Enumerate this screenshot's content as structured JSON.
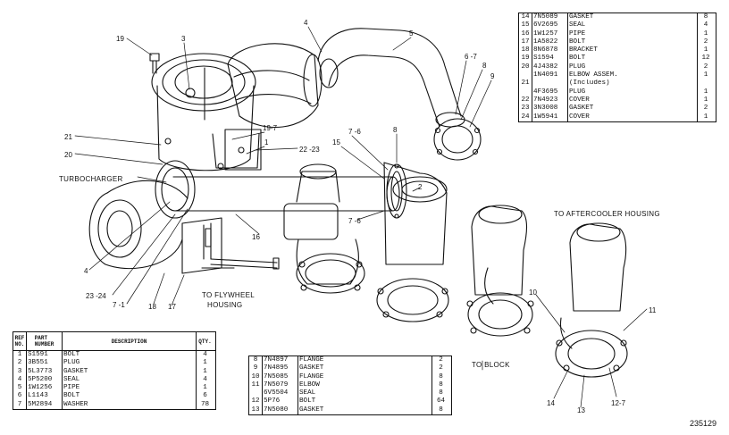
{
  "callouts": [
    {
      "id": "c19",
      "text": "19"
    },
    {
      "id": "c3",
      "text": "3"
    },
    {
      "id": "c4a",
      "text": "4"
    },
    {
      "id": "c5",
      "text": "5"
    },
    {
      "id": "c67a",
      "text": "6 -7"
    },
    {
      "id": "c8a",
      "text": "8"
    },
    {
      "id": "c9",
      "text": "9"
    },
    {
      "id": "c21",
      "text": "21"
    },
    {
      "id": "c20",
      "text": "20"
    },
    {
      "id": "c197",
      "text": "19-7"
    },
    {
      "id": "c1",
      "text": "1"
    },
    {
      "id": "c2223",
      "text": "22 -23"
    },
    {
      "id": "c76",
      "text": "7 -6"
    },
    {
      "id": "c15",
      "text": "15"
    },
    {
      "id": "c8b",
      "text": "8"
    },
    {
      "id": "c2",
      "text": "2"
    },
    {
      "id": "c76b",
      "text": "7 -6"
    },
    {
      "id": "c16",
      "text": "16"
    },
    {
      "id": "c4b",
      "text": "4"
    },
    {
      "id": "c2324",
      "text": "23 -24"
    },
    {
      "id": "c71",
      "text": "7 -1"
    },
    {
      "id": "c18",
      "text": "18"
    },
    {
      "id": "c17",
      "text": "17"
    },
    {
      "id": "c10",
      "text": "10"
    },
    {
      "id": "c11",
      "text": "11"
    },
    {
      "id": "c14",
      "text": "14"
    },
    {
      "id": "c13",
      "text": "13"
    },
    {
      "id": "c127",
      "text": "12-7"
    }
  ],
  "labels": {
    "turbocharger": "TURBOCHARGER",
    "flywheel_1": "TO FLYWHEEL",
    "flywheel_2": "HOUSING",
    "aftercooler": "TO AFTERCOOLER HOUSING",
    "block": "TO BLOCK"
  },
  "figure_number": "235129",
  "table_headers": {
    "ref_1": "REF",
    "ref_2": "NO.",
    "part_1": "PART",
    "part_2": "NUMBER",
    "description": "DESCRIPTION",
    "qty": "QTY."
  },
  "table1": [
    {
      "ref": "1",
      "part": "S1591",
      "desc": "BOLT",
      "qty": "4"
    },
    {
      "ref": "2",
      "part": "3B551",
      "desc": "PLUG",
      "qty": "1"
    },
    {
      "ref": "3",
      "part": "5L3773",
      "desc": "GASKET",
      "qty": "1"
    },
    {
      "ref": "4",
      "part": "5P5200",
      "desc": "SEAL",
      "qty": "4"
    },
    {
      "ref": "5",
      "part": "1W1256",
      "desc": "PIPE",
      "qty": "1"
    },
    {
      "ref": "6",
      "part": "L1143",
      "desc": "BOLT",
      "qty": "6"
    },
    {
      "ref": "7",
      "part": "5M2894",
      "desc": "WASHER",
      "qty": "78"
    }
  ],
  "table2": [
    {
      "ref": "8",
      "part": "7N4897",
      "desc": "FLANGE",
      "qty": "2"
    },
    {
      "ref": "9",
      "part": "7N4895",
      "desc": "GASKET",
      "qty": "2"
    },
    {
      "ref": "10",
      "part": "7N5085",
      "desc": "FLANGE",
      "qty": "8"
    },
    {
      "ref": "11",
      "part": "7N5079",
      "desc": "ELBOW",
      "qty": "8"
    },
    {
      "ref": "",
      "part": "6V5504",
      "desc": "SEAL",
      "qty": "8"
    },
    {
      "ref": "12",
      "part": "5P76",
      "desc": "BOLT",
      "qty": "64"
    },
    {
      "ref": "13",
      "part": "7N5080",
      "desc": "GASKET",
      "qty": "8"
    }
  ],
  "table3": [
    {
      "ref": "14",
      "part": "7N5089",
      "desc": "GASKET",
      "qty": "8"
    },
    {
      "ref": "15",
      "part": "6V2695",
      "desc": "SEAL",
      "qty": "4"
    },
    {
      "ref": "16",
      "part": "1W1257",
      "desc": "PIPE",
      "qty": "1"
    },
    {
      "ref": "17",
      "part": "1A5822",
      "desc": "BOLT",
      "qty": "2"
    },
    {
      "ref": "18",
      "part": "8N6878",
      "desc": "BRACKET",
      "qty": "1"
    },
    {
      "ref": "19",
      "part": "S1594",
      "desc": "BOLT",
      "qty": "12"
    },
    {
      "ref": "20",
      "part": "4J4382",
      "desc": "PLUG",
      "qty": "2"
    },
    {
      "ref": "",
      "part": "1N4091",
      "desc": "ELBOW ASSEM.",
      "qty": "1"
    },
    {
      "ref": "21",
      "part": "",
      "desc": "(Includes)",
      "qty": ""
    },
    {
      "ref": "",
      "part": "4F3695",
      "desc": "PLUG",
      "qty": "1"
    },
    {
      "ref": "22",
      "part": "7N4923",
      "desc": "COVER",
      "qty": "1"
    },
    {
      "ref": "23",
      "part": "3N3008",
      "desc": "GASKET",
      "qty": "2"
    },
    {
      "ref": "24",
      "part": "1W5941",
      "desc": "COVER",
      "qty": "1"
    }
  ]
}
